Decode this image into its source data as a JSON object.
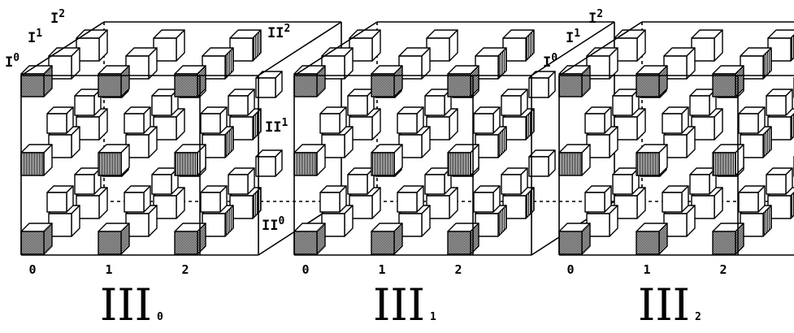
{
  "layer_prefix": "I",
  "row_prefix": "II",
  "panel_prefix": "III",
  "layer_subscripts": [
    "0",
    "1",
    "2"
  ],
  "row_subscripts": [
    "0",
    "1",
    "2"
  ],
  "column_labels": [
    "0",
    "1",
    "2"
  ],
  "panels": [
    {
      "subscript": "0",
      "layer_labels": true,
      "row_labels": true
    },
    {
      "subscript": "1",
      "layer_labels": false,
      "row_labels": false
    },
    {
      "subscript": "2",
      "layer_labels": true,
      "row_labels": false
    }
  ],
  "colors": {
    "line": "#000000",
    "background": "#ffffff",
    "dark_fill": "#555555",
    "hatch_fill": "#000000"
  }
}
